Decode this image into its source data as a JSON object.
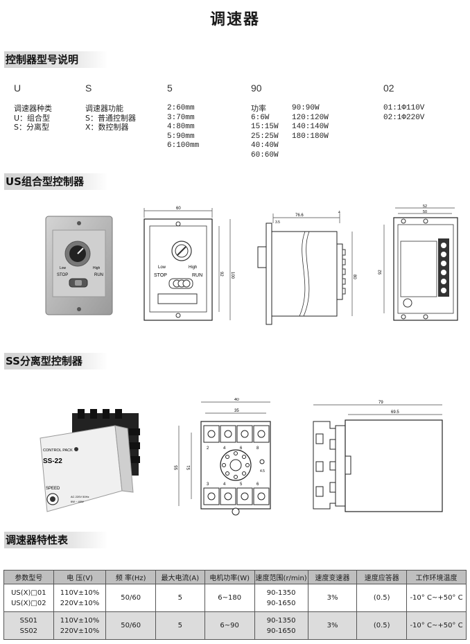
{
  "title": "调速器",
  "sections": {
    "model": "控制器型号说明",
    "us": "US组合型控制器",
    "ss": "SS分离型控制器",
    "spec": "调速器特性表"
  },
  "model_codes": [
    "U",
    "S",
    "5",
    "90",
    "02"
  ],
  "model_desc": {
    "col1": [
      "调速器种类",
      "U：组合型",
      "S：分离型"
    ],
    "col2": [
      "调速器功能",
      "S：普通控制器",
      "X：数控制器"
    ],
    "col3": [
      "2:60mm",
      "3:70mm",
      "4:80mm",
      "5:90mm",
      "6:100mm"
    ],
    "col4a": [
      "功率",
      "6:6W",
      "15:15W",
      "25:25W",
      "40:40W",
      "60:60W"
    ],
    "col4b": [
      "90:90W",
      "120:120W",
      "140:140W",
      "180:180W"
    ],
    "col5": [
      "01:1Φ110V",
      "02:1Φ220V"
    ]
  },
  "us_photo": {
    "low": "Low",
    "high": "High",
    "stop": "STOP",
    "run": "RUN"
  },
  "us_front": {
    "low": "Low",
    "high": "High",
    "stop": "STOP",
    "run": "RUN",
    "dim_w": "60",
    "dim_h1": "92",
    "dim_h2": "100"
  },
  "us_side": {
    "dim_top": "76.6",
    "dim_small": "3.5",
    "dim_r": "4",
    "dim_h": "80"
  },
  "us_back": {
    "dim1": "52",
    "dim2": "50",
    "dim_h": "92"
  },
  "ss_photo": {
    "brand": "CONTROL PACK",
    "model": "SS-22",
    "speed": "SPEED",
    "l1": "AC 220V 50Hz",
    "l2": "6W ~ 40W"
  },
  "ss_front": {
    "dim_w": "40",
    "dim_w2": "35",
    "dim_h": "55",
    "dim_h2": "51",
    "dim_hole": "4.5",
    "pins_top": [
      "2",
      "4",
      "6",
      "8"
    ],
    "pins_bottom": [
      "3",
      "4",
      "5",
      "6"
    ]
  },
  "ss_side": {
    "dim1": "79",
    "dim2": "69.5"
  },
  "spec_table": {
    "headers": [
      "参数型号",
      "电 压(V)",
      "频 率(Hz)",
      "最大电流(A)",
      "电机功率(W)",
      "速度范围(r/min)",
      "速度变速器",
      "速度应答器",
      "工作环境温度"
    ],
    "rows": [
      {
        "model": [
          "US(X)□01",
          "US(X)□02"
        ],
        "voltage": [
          "110V±10%",
          "220V±10%"
        ],
        "freq": "50/60",
        "current": "5",
        "power": "6~180",
        "speed": [
          "90-1350",
          "90-1650"
        ],
        "var": "3%",
        "resp": "(0.5)",
        "temp": "-10° C~+50° C"
      },
      {
        "model": [
          "SS01",
          "SS02"
        ],
        "voltage": [
          "110V±10%",
          "220V±10%"
        ],
        "freq": "50/60",
        "current": "5",
        "power": "6~90",
        "speed": [
          "90-1350",
          "90-1650"
        ],
        "var": "3%",
        "resp": "(0.5)",
        "temp": "-10° C~+50° C"
      }
    ]
  }
}
